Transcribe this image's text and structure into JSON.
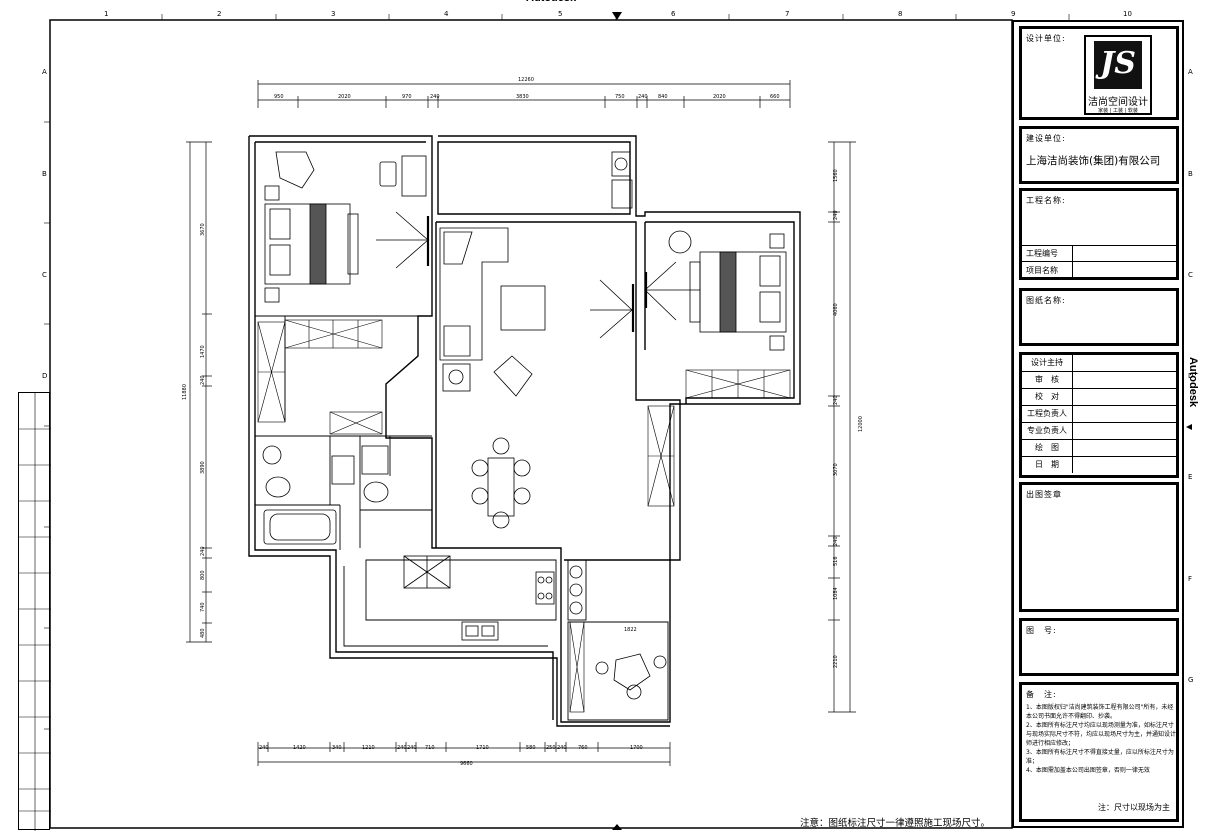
{
  "watermark": "Autodesk",
  "grid": {
    "columns": [
      "1",
      "2",
      "3",
      "4",
      "5",
      "6",
      "7",
      "8",
      "9",
      "10"
    ],
    "rows": [
      "A",
      "B",
      "C",
      "D",
      "E",
      "F",
      "G"
    ]
  },
  "dims": {
    "top_total": "12260",
    "top_segments": [
      "950",
      "2020",
      "970",
      "240",
      "3830",
      "750",
      "240",
      "840",
      "2020",
      "660"
    ],
    "bottom_total": "9660",
    "bottom_segments": [
      "240",
      "1420",
      "340",
      "1210",
      "240",
      "240",
      "710",
      "1710",
      "580",
      "250",
      "240",
      "760",
      "1700"
    ],
    "left_total": "11880",
    "left_segments": [
      "3670",
      "1470",
      "240",
      "3890",
      "240",
      "800",
      "740",
      "480"
    ],
    "right_total": "12000",
    "right_segments": [
      "1560",
      "240",
      "4060",
      "240",
      "3070",
      "240",
      "1084",
      "2210",
      "516"
    ],
    "balcony": "1822"
  },
  "title_block": {
    "design_unit_label": "设计单位:",
    "logo_mark": "JS",
    "logo_name": "洁尚空间设计",
    "logo_sub": "家装 | 工装 | 软装",
    "client_label": "建设单位:",
    "client_name": "上海洁尚装饰(集团)有限公司",
    "project_name_label": "工程名称:",
    "project_no_label": "工程编号",
    "project_name2_label": "项目名称",
    "drawing_name_label": "图纸名称:",
    "signatures": [
      "设计主持",
      "审　核",
      "校　对",
      "工程负责人",
      "专业负责人",
      "绘　图",
      "日　期"
    ],
    "stamp_label": "出图签章",
    "drawing_no_label": "图　号:",
    "remarks_label": "备　注:",
    "remarks": [
      "1、本图版权归\"洁尚建筑装饰工程有限公司\"所有，未经本公司书面允许不得翻印、抄袭。",
      "2、本图所有标注尺寸均应以现场测量为准，如标注尺寸与现场实际尺寸不符，均应以现场尺寸为主，并通知设计师进行相应修改；",
      "3、本图所有标注尺寸不得直接丈量，应以所标注尺寸为准；",
      "4、本图需加盖本公司出图签章，否则一律无效"
    ],
    "remarks_footer": "注：尺寸以现场为主"
  },
  "bottom_note": "注意：图纸标注尺寸一律遵照施工现场尺寸。"
}
